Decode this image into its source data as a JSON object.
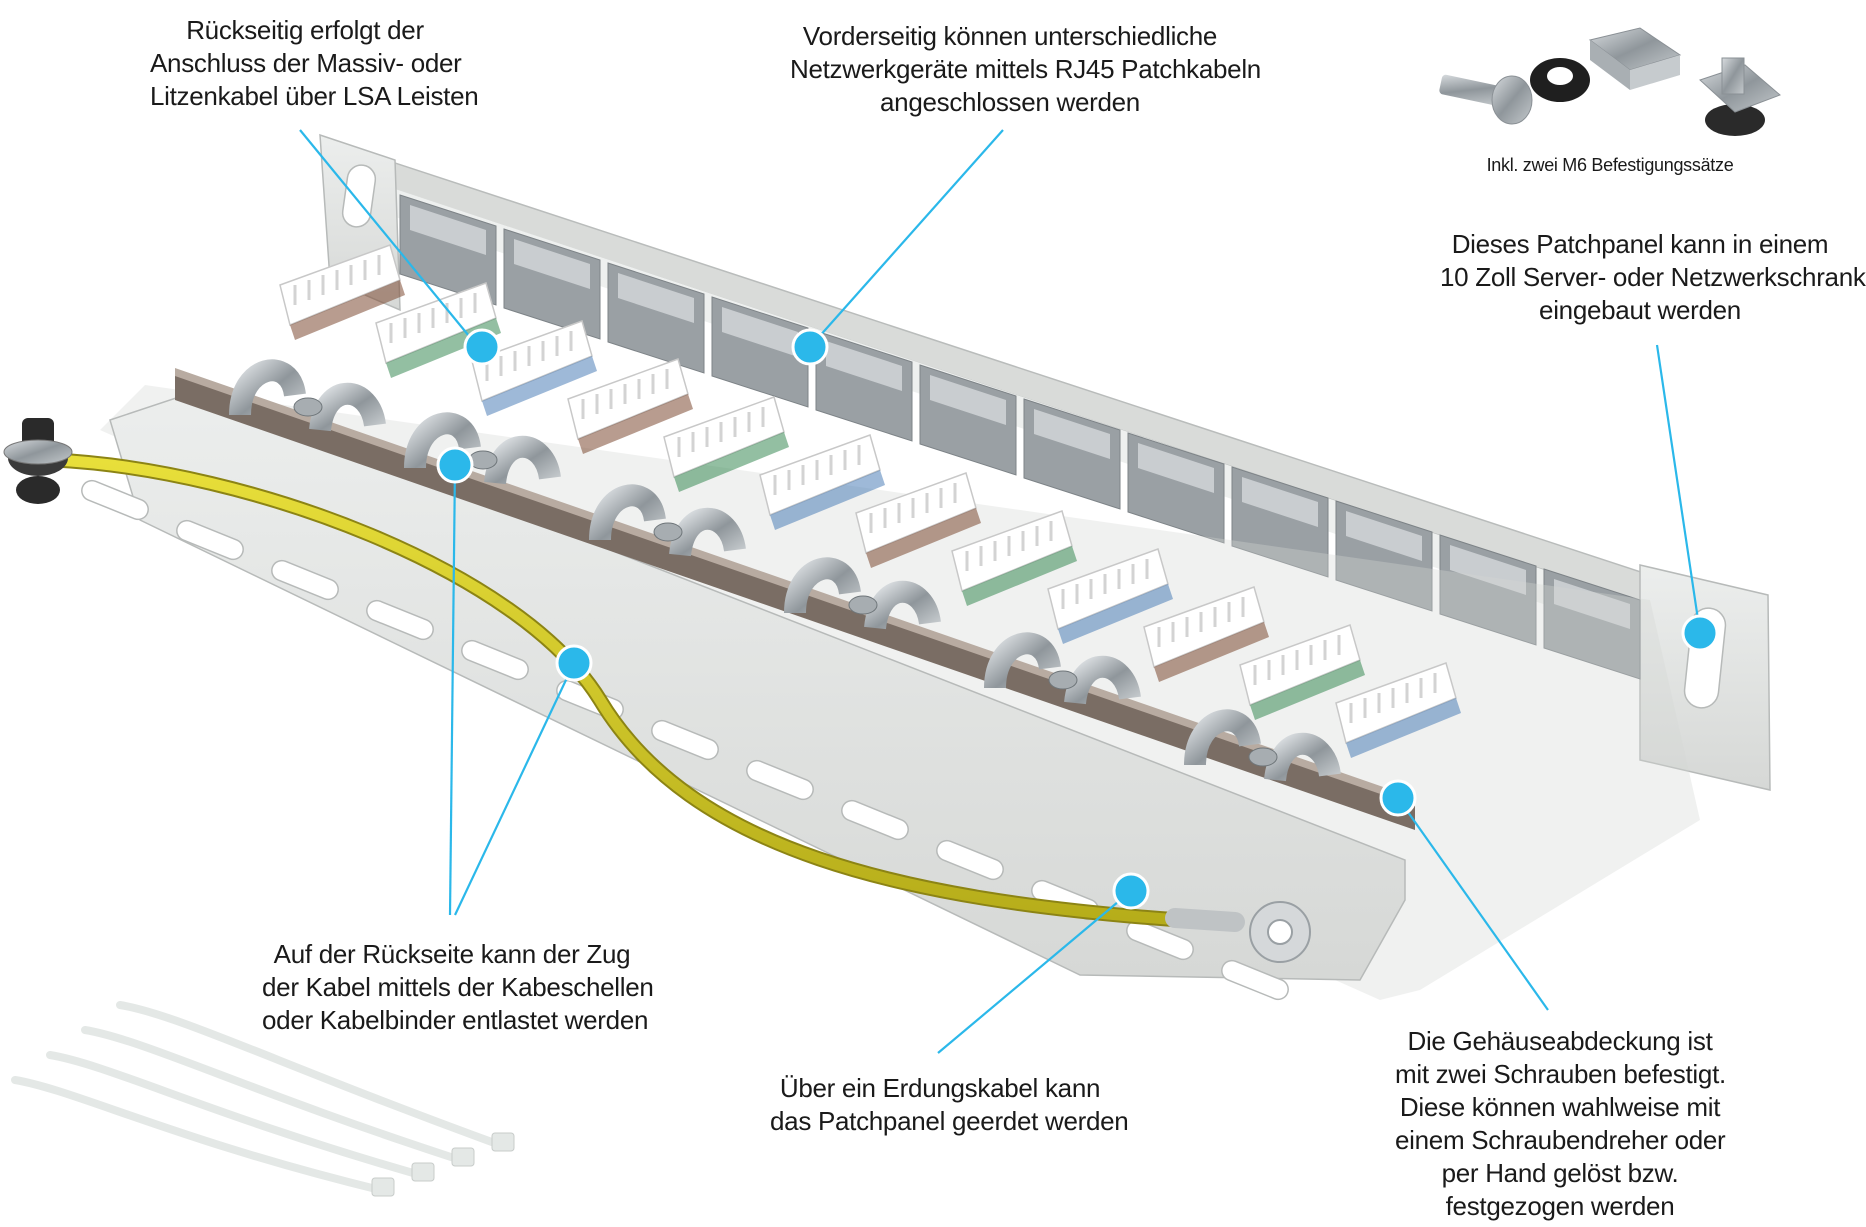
{
  "callouts": {
    "rear_lsa": [
      "Rückseitig erfolgt der",
      "Anschluss der Massiv- oder",
      "Litzenkabel über LSA Leisten"
    ],
    "front_rj45": [
      "Vorderseitig können unterschiedliche",
      "Netzwerkgeräte mittels RJ45 Patchkabeln",
      "angeschlossen werden"
    ],
    "mounting_kit": "Inkl. zwei M6 Befestigungssätze",
    "rack": [
      "Dieses Patchpanel kann in einem",
      "10 Zoll Server- oder Netzwerkschrank",
      "eingebaut werden"
    ],
    "strain_relief": [
      "Auf der Rückseite kann der Zug",
      "der Kabel mittels der Kabeschellen",
      "oder Kabelbinder entlastet werden"
    ],
    "grounding": [
      "Über ein Erdungskabel kann",
      "das Patchpanel geerdet werden"
    ],
    "cover": [
      "Die Gehäuseabdeckung ist",
      "mit zwei Schrauben befestigt.",
      "Diese können wahlweise mit",
      "einem Schraubendreher oder",
      "per Hand gelöst bzw.",
      "festgezogen werden"
    ]
  },
  "colors": {
    "accent": "#2bb8ea",
    "panel": "#e3e4e2",
    "lsa_white": "#ffffff",
    "port_metal": "#9aa0a4",
    "ground_wire": "#d9cf2a"
  },
  "port_count": 12
}
